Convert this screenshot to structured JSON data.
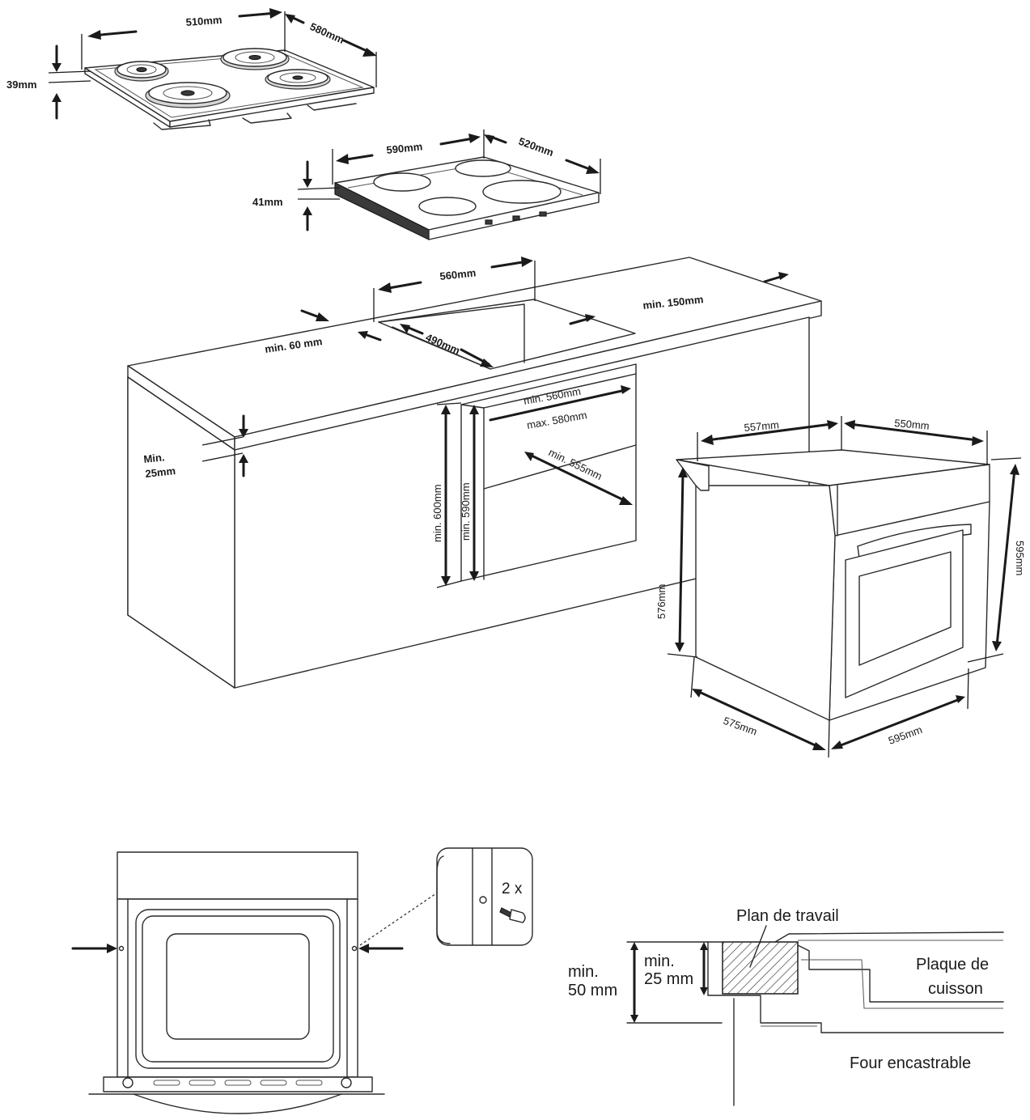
{
  "hob1": {
    "width": "510mm",
    "depth": "580mm",
    "height": "39mm"
  },
  "hob2": {
    "width": "590mm",
    "depth": "520mm",
    "height": "41mm"
  },
  "cabinet": {
    "cutout_width": "560mm",
    "min_back": "min. 150mm",
    "min_front": "min. 60 mm",
    "cutout_depth": "490mm",
    "min_thickness_1": "Min.",
    "min_thickness_2": "25mm",
    "niche_min_width": "min. 560mm",
    "niche_max_width": "max. 580mm",
    "niche_min_depth": "min. 555mm",
    "niche_min_height_a": "min. 600mm",
    "niche_min_height_b": "min. 590mm"
  },
  "oven": {
    "top_width": "557mm",
    "top_depth": "550mm",
    "body_height": "576mm",
    "front_height": "595mm",
    "bottom_depth": "575mm",
    "bottom_width": "595mm"
  },
  "fixing": {
    "screw_count": "2 x"
  },
  "section": {
    "worktop": "Plan de travail",
    "hob_1": "Plaque de",
    "hob_2": "cuisson",
    "oven": "Four encastrable",
    "min50_1": "min.",
    "min50_2": "50 mm",
    "min25_1": "min.",
    "min25_2": "25 mm"
  }
}
